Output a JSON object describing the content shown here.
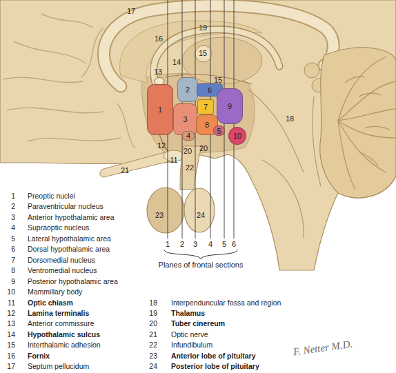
{
  "diagram": {
    "nodes": [
      {
        "text": [
          "2"
        ]
      },
      {
        "text": [
          "6"
        ]
      },
      {
        "text": [
          "1"
        ]
      },
      {
        "text": [
          "7"
        ]
      },
      {
        "text": [
          "9"
        ]
      },
      {
        "text": [
          "3"
        ]
      },
      {
        "text": [
          "8"
        ]
      },
      {
        "text": [
          "5"
        ]
      },
      {
        "text": [
          "10"
        ]
      },
      {
        "text": [
          "4"
        ]
      }
    ],
    "labels": [
      "17",
      "19",
      "16",
      "15",
      "13",
      "14",
      "15",
      "12",
      "20",
      "20",
      "11",
      "22",
      "21",
      "18",
      "23",
      "24",
      "1",
      "2",
      "3",
      "4",
      "5",
      "6",
      "Planes of frontal sections",
      "1",
      "Preoptic nuclei",
      "2",
      "Paraventricular nucleus",
      "3",
      "Anterior hypothalamic area",
      "4",
      "Supraoptic nucleus",
      "5",
      "Lateral hypothalamic area",
      "6",
      "Dorsal hypothalamic area",
      "7",
      "Dorsomedial nucleus",
      "8",
      "Ventromedial nucleus",
      "9",
      "Posterior hypothalamic area",
      "10",
      "Mammillary body",
      "11",
      "Optic chiasm",
      "12",
      "Lamina terminalis",
      "13",
      "Anterior commissure",
      "14",
      "Hypothalamic sulcus",
      "15",
      "Interthalamic adhesion",
      "16",
      "Fornix",
      "17",
      "Septum pellucidum",
      "18",
      "Interpenduncular fossa and region",
      "19",
      "Thalamus",
      "20",
      "Tuber cinereum",
      "21",
      "Optic nerve",
      "22",
      "Infundibulum",
      "23",
      "Anterior lobe of pituitary",
      "24",
      "Posterior lobe of pituitary",
      "F. Netter M.D."
    ]
  }
}
